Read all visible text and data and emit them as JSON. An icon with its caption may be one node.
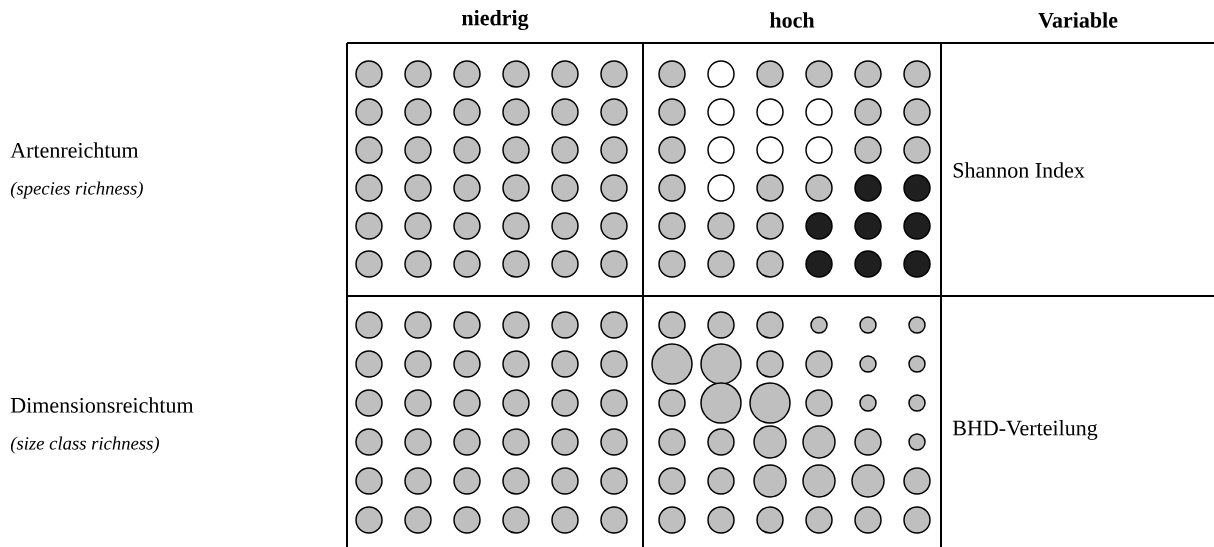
{
  "diagram": {
    "labels": [
      "niedrig",
      "hoch",
      "Variable",
      "Artenreichtum",
      "(species richness)",
      "Shannon Index",
      "Dimensionsreichtum",
      "(size class richness)",
      "BHD-Verteilung"
    ]
  }
}
